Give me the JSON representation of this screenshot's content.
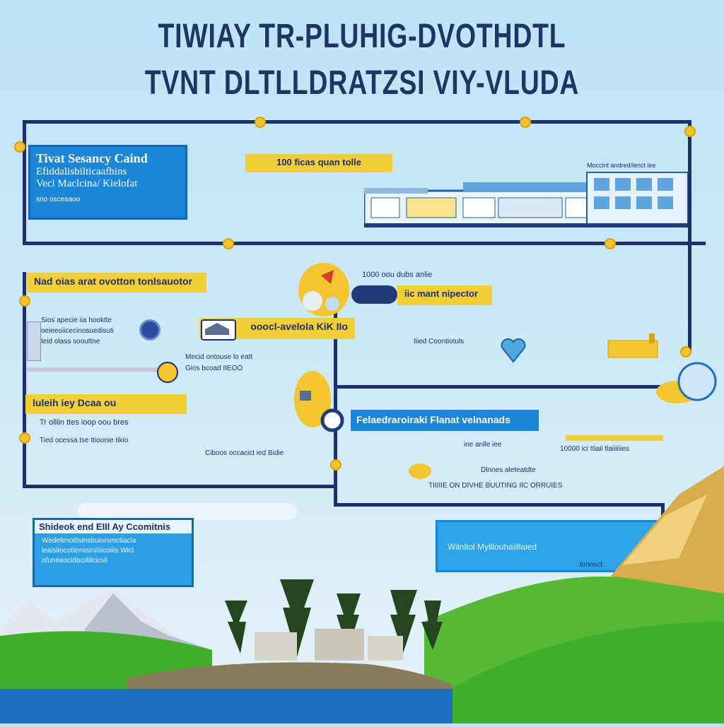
{
  "title": {
    "line1": "TIWIAY TR-PLUHIG-DVOTHDTL",
    "line2": "TVNT DLTLLDRATZSI VIY-VLUDA"
  },
  "top_panel": {
    "blue_box": {
      "line1": "Tivat Sesancy Caind",
      "line2": "Efiddalisbilticaafhins",
      "line3": "Vecl Maclcina/ Kielofat",
      "line4": "sno osceaaoo"
    },
    "yellow_label": "100 ficas quan tolle",
    "building_caption": "Moccint andred/lenct lee"
  },
  "mid_panel": {
    "label_left": "Nad oias arat ovotton  tonlsauotor",
    "label_center": "ooocl-avelola KiK IIo",
    "label_right": "iic mant nipector",
    "note_top": "1000 oou dubs anlie",
    "text_a": "Sios apecie iia hooktte",
    "text_b": "oeieeoiicecinosuedisuti",
    "text_c": "Ieid olass soouttne",
    "text_d": "Mecid ontouse  lo eatt",
    "text_e": "Gios bcoad IIEOO",
    "text_f": "Iiied Coontiotuls"
  },
  "lower_panel": {
    "label_left": "luleih iey Dcaa ou",
    "label_left_sub": "Tr olliin ttes  ioop oou bres",
    "label_center": "Felaedraroiraki Flanat velnanads",
    "text_a": "Tied ocessa tse ttioonie tikio",
    "text_b": "Ciboos occacict ied Bidie",
    "text_c": "ine anlle iee",
    "text_d": "10000 ici ttiaii tlaiiiiiies",
    "text_e": "Dlnnes aleteatdte",
    "text_f": "TIIIIIE ON DIVHE BUUTING IIC ORRUIES"
  },
  "bottom": {
    "left_box_title": "Shideok end EIIl Ay Ccomitnis",
    "left_box_text": "Wedelimotlisinsbuiorsmctiacla lealsiiocotiemisiniiiiicoiiis Wicl ofuneaocidaciitilcicsii",
    "right_box_text": "Wilnltol Myillouhaiillaied",
    "right_caption": "tonosct"
  },
  "colors": {
    "navy": "#1f2f6b",
    "blue": "#1b86d8",
    "yellow": "#f3cf37",
    "grass": "#3fae2a",
    "water": "#1f6fc2"
  }
}
